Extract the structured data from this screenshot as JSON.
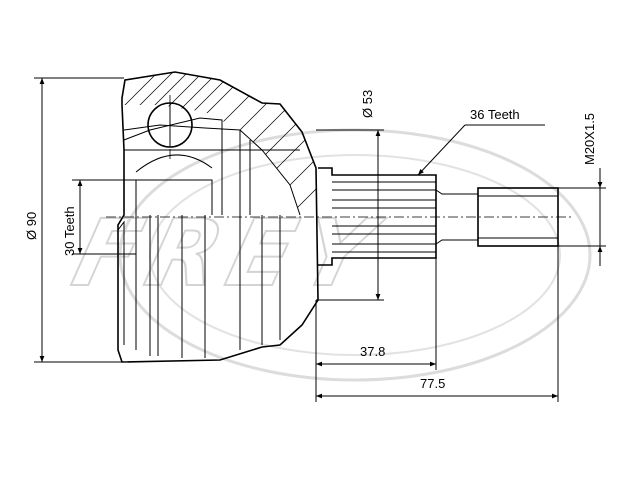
{
  "watermark": {
    "text": "FREY"
  },
  "dimensions": {
    "outer_diameter": "Ø 90",
    "inner_teeth": "30  Teeth",
    "shaft_diameter": "Ø 53",
    "outer_teeth": "36  Teeth",
    "thread": "M20X1.5",
    "spline_length": "37.8",
    "total_length": "77.5"
  },
  "colors": {
    "line": "#000000",
    "watermark": "#d4d4d4"
  }
}
